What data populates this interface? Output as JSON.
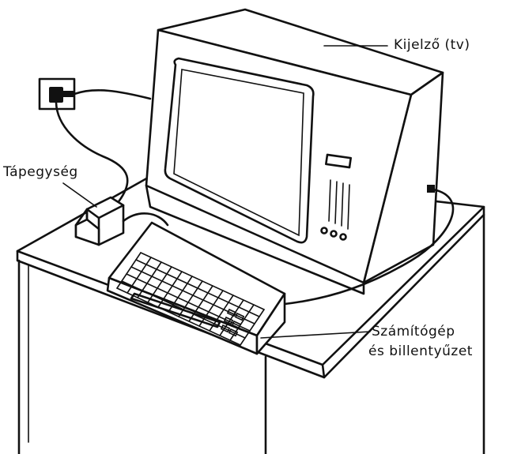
{
  "labels": {
    "monitor": "Kijelző (tv)",
    "power_supply": "Tápegység",
    "computer_line1": "Számítógép",
    "computer_line2": "és billentyűzet"
  },
  "colors": {
    "ink": "#111111",
    "paper": "#ffffff"
  }
}
